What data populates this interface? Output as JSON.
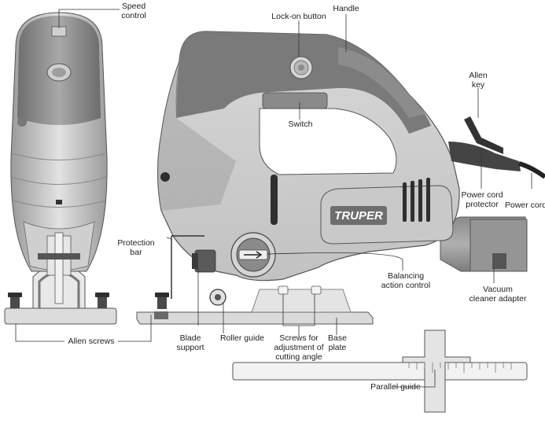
{
  "diagram": {
    "labels": {
      "speed_control_1": "Speed",
      "speed_control_2": "control",
      "lock_on_button": "Lock-on button",
      "handle": "Handle",
      "allen_key_1": "Allen",
      "allen_key_2": "key",
      "switch": "Switch",
      "power_cord_protector_1": "Power cord",
      "power_cord_protector_2": "protector",
      "power_cord": "Power cord",
      "protection_bar_1": "Protection",
      "protection_bar_2": "bar",
      "balancing_action_control_1": "Balancing",
      "balancing_action_control_2": "action control",
      "vacuum_adapter_1": "Vacuum",
      "vacuum_adapter_2": "cleaner adapter",
      "allen_screws": "Allen screws",
      "blade_support_1": "Blade",
      "blade_support_2": "support",
      "roller_guide": "Roller guide",
      "screws_angle_1": "Screws for",
      "screws_angle_2": "adjustment of",
      "screws_angle_3": "cutting angle",
      "base_plate_1": "Base",
      "base_plate_2": "plate",
      "parallel_guide": "Parallel guide"
    },
    "brand": "TRUPER"
  }
}
